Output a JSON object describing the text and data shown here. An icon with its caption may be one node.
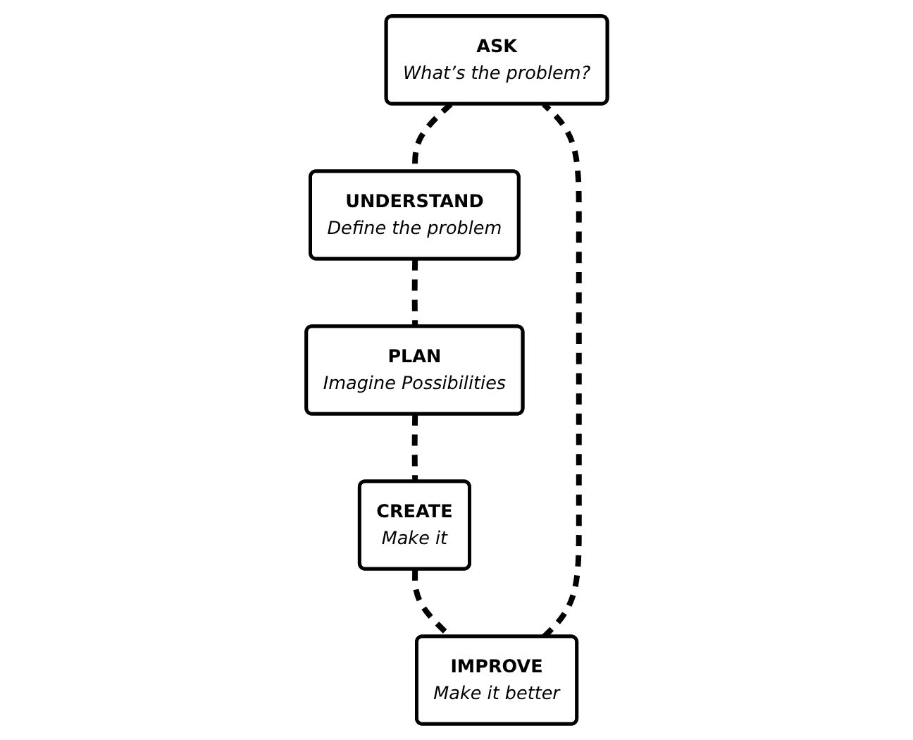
{
  "diagram": {
    "nodes": [
      {
        "text": [
          "ASK",
          "What’s the problem?"
        ]
      },
      {
        "text": [
          "UNDERSTAND",
          "Define the problem"
        ]
      },
      {
        "text": [
          "PLAN",
          "Imagine Possibilities"
        ]
      },
      {
        "text": [
          "CREATE",
          "Make it"
        ]
      },
      {
        "text": [
          "IMPROVE",
          "Make it better"
        ]
      }
    ],
    "edges": [
      {
        "from": 0,
        "to": 1,
        "arrow": "none",
        "style": "dashed"
      },
      {
        "from": 1,
        "to": 2,
        "arrow": "none",
        "style": "dashed"
      },
      {
        "from": 2,
        "to": 3,
        "arrow": "none",
        "style": "dashed"
      },
      {
        "from": 3,
        "to": 4,
        "arrow": "none",
        "style": "dashed"
      },
      {
        "from": 4,
        "to": 0,
        "arrow": "none",
        "style": "dashed"
      }
    ]
  }
}
